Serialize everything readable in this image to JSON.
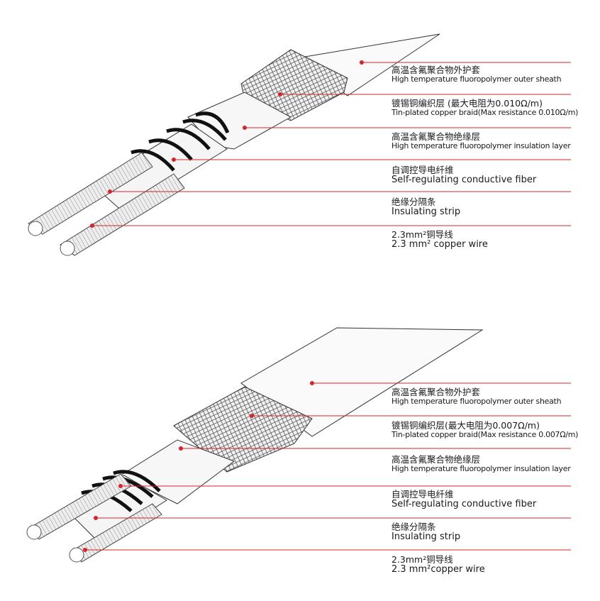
{
  "panels": [
    {
      "labels": [
        {
          "cn": "高温含氟聚合物外护套",
          "en": "High temperature fluoropolymer outer sheath"
        },
        {
          "cn": "镀锡铜编织层 (最大电阻为0.010Ω/m)",
          "en": "Tin-plated copper braid(Max resistance 0.010Ω/m)"
        },
        {
          "cn": "高温含氟聚合物绝缘层",
          "en": "High temperature fluoropolymer insulation layer"
        },
        {
          "cn": "自调控导电纤维",
          "en": "Self-regulating conductive fiber"
        },
        {
          "cn": "绝缘分隔条",
          "en": "Insulating strip"
        },
        {
          "cn": "2.3mm²铜导线",
          "en": "2.3 mm² copper wire"
        }
      ]
    },
    {
      "labels": [
        {
          "cn": "高温含氟聚合物外护套",
          "en": "High temperature fluoropolymer outer sheath"
        },
        {
          "cn": "镀锡铜编织层(最大电阻为0.007Ω/m)",
          "en": "Tin-plated copper braid(Max resistance 0.007Ω/m)"
        },
        {
          "cn": "高温含氟聚合物绝缘层",
          "en": "High temperature fluoropolymer insulation layer"
        },
        {
          "cn": "自调控导电纤维",
          "en": "Self-regulating conductive fiber"
        },
        {
          "cn": "绝缘分隔条",
          "en": "Insulating strip"
        },
        {
          "cn": "2.3mm²铜导线",
          "en": "2.3 mm²copper wire"
        }
      ]
    }
  ],
  "colors": {
    "leader": "#d9232a",
    "outline": "#333333",
    "coil": "#111111"
  }
}
